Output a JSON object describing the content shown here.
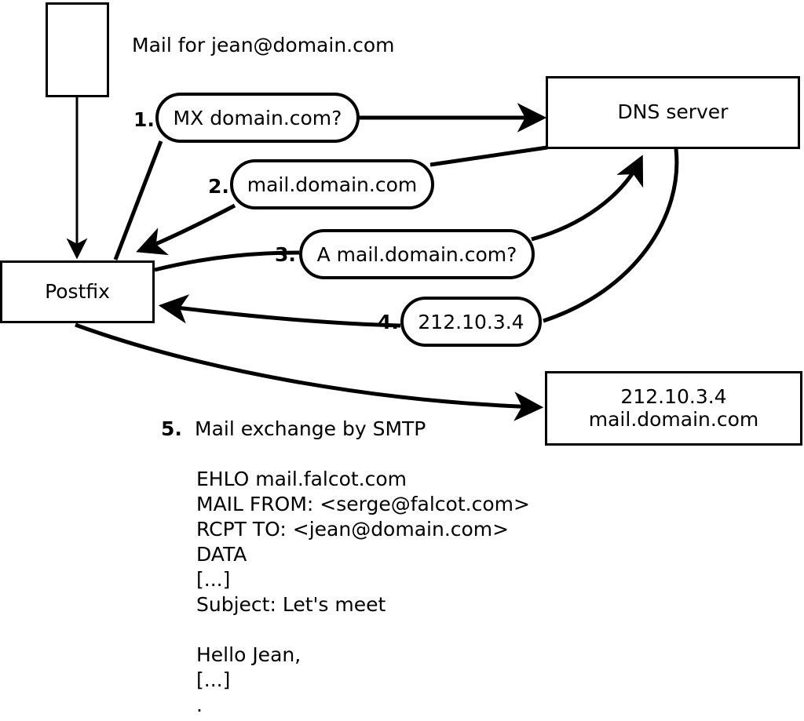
{
  "diagram": {
    "title_note": "Mail for jean@domain.com",
    "nodes": {
      "client": {
        "label": ""
      },
      "postfix": {
        "label": "Postfix"
      },
      "dns": {
        "label": "DNS server"
      },
      "mailserver": {
        "line1": "212.10.3.4",
        "line2": "mail.domain.com"
      }
    },
    "steps": [
      {
        "num": "1.",
        "message": "MX domain.com?"
      },
      {
        "num": "2.",
        "message": "mail.domain.com"
      },
      {
        "num": "3.",
        "message": "A mail.domain.com?"
      },
      {
        "num": "4.",
        "message": "212.10.3.4"
      },
      {
        "num": "5.",
        "message": "Mail exchange by SMTP"
      }
    ],
    "smtp_transcript": [
      "EHLO mail.falcot.com",
      "MAIL FROM: <serge@falcot.com>",
      "RCPT TO: <jean@domain.com>",
      "DATA",
      "[...]",
      "Subject: Let's meet",
      "",
      "Hello Jean,",
      "[...]",
      "."
    ],
    "colors": {
      "stroke": "#000000",
      "fill": "#ffffff",
      "text": "#000000"
    }
  }
}
